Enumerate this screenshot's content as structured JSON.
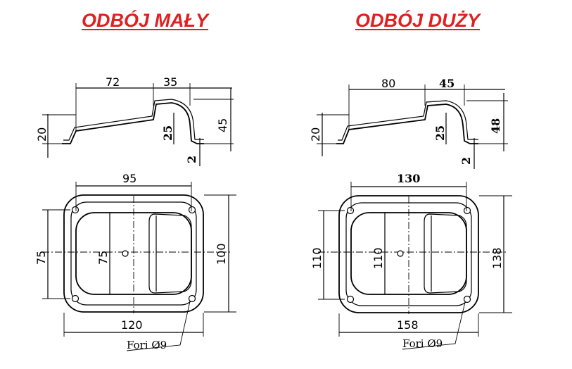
{
  "titles": {
    "left": "ODBÓJ MAŁY",
    "right": "ODBÓJ DUŻY"
  },
  "colors": {
    "title": "#e02020",
    "line": "#000000",
    "background": "#ffffff"
  },
  "small": {
    "profile": {
      "top_a": "72",
      "top_b": "35",
      "left_h": "20",
      "step_h": "25",
      "right_h": "45",
      "thickness": "2"
    },
    "plan": {
      "inner_width": "95",
      "left_h": "75",
      "inner_h": "75",
      "outer_h": "100",
      "outer_width": "120",
      "holes": "Fori Ø9"
    }
  },
  "large": {
    "profile": {
      "top_a": "80",
      "top_b": "45",
      "left_h": "20",
      "step_h": "25",
      "right_h": "48",
      "thickness": "2"
    },
    "plan": {
      "inner_width": "130",
      "left_h": "110",
      "inner_h": "110",
      "outer_h": "138",
      "outer_width": "158",
      "holes": "Fori Ø9"
    }
  }
}
